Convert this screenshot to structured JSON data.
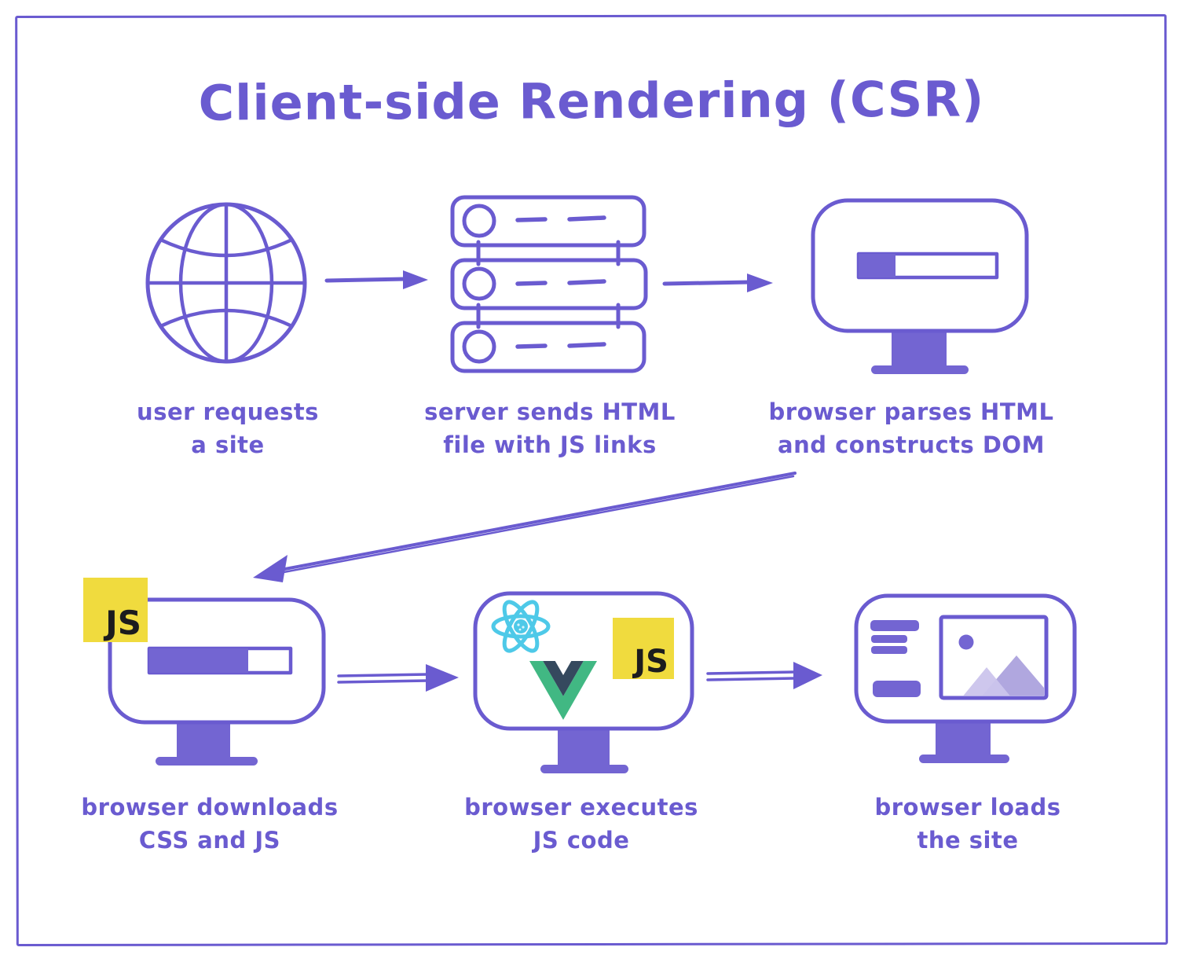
{
  "title": "Client-side Rendering (CSR)",
  "js_badge_label": "JS",
  "steps": [
    {
      "name": "user-request",
      "icon": "globe-icon",
      "label_line1": "user requests",
      "label_line2": "a site"
    },
    {
      "name": "server-sends-html",
      "icon": "server-stack-icon",
      "label_line1": "server sends HTML",
      "label_line2": "file with JS links"
    },
    {
      "name": "browser-parses-html",
      "icon": "monitor-progress-icon",
      "label_line1": "browser parses HTML",
      "label_line2": "and constructs DOM",
      "progress_percent": 27
    },
    {
      "name": "browser-downloads",
      "icon": "monitor-js-progress-icon",
      "label_line1": "browser downloads",
      "label_line2": "CSS and JS",
      "progress_percent": 70
    },
    {
      "name": "browser-executes-js",
      "icon": "monitor-frameworks-icon",
      "label_line1": "browser executes",
      "label_line2": "JS code",
      "framework_icons": [
        "react-icon",
        "vue-icon",
        "js-icon"
      ]
    },
    {
      "name": "browser-loads-site",
      "icon": "monitor-webpage-icon",
      "label_line1": "browser loads",
      "label_line2": "the site"
    }
  ],
  "arrows": [
    {
      "name": "arrow-globe-to-server",
      "direction": "right"
    },
    {
      "name": "arrow-server-to-browser",
      "direction": "right"
    },
    {
      "name": "arrow-parse-to-download",
      "direction": "down-left"
    },
    {
      "name": "arrow-download-to-execute",
      "direction": "right"
    },
    {
      "name": "arrow-execute-to-load",
      "direction": "right"
    }
  ],
  "colors": {
    "ink": "#6A5BD0",
    "fill_purple": "#7365D2",
    "js_yellow": "#F0DB3E",
    "js_text": "#1C1C1E",
    "react_cyan": "#4EC9E8",
    "vue_green": "#41B883",
    "vue_navy": "#35495E",
    "mountain_light": "#CBC4EC",
    "mountain_mid": "#B0A7DF",
    "background": "#FFFFFF"
  }
}
